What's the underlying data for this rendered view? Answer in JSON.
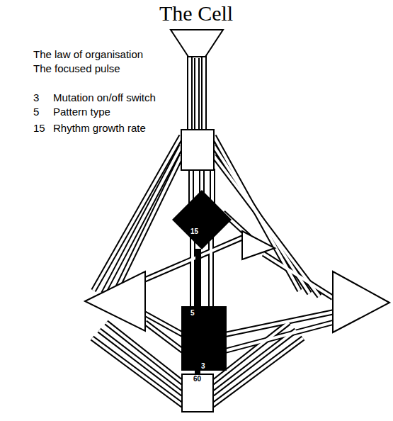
{
  "diagram": {
    "title": "The Cell",
    "nodes": [
      {
        "text": [
          "15"
        ]
      },
      {
        "text": [
          "5",
          "3"
        ]
      },
      {
        "text": [
          "60"
        ]
      }
    ],
    "edges": [
      {
        "from": 0,
        "to": 1,
        "arrow": "none"
      },
      {
        "from": 1,
        "to": 2,
        "arrow": "none"
      }
    ],
    "labels": [
      "The law of organisation",
      "The focused pulse",
      "3",
      "Mutation on/off switch",
      "5",
      "Pattern type",
      "15",
      "Rhythm growth rate"
    ]
  }
}
